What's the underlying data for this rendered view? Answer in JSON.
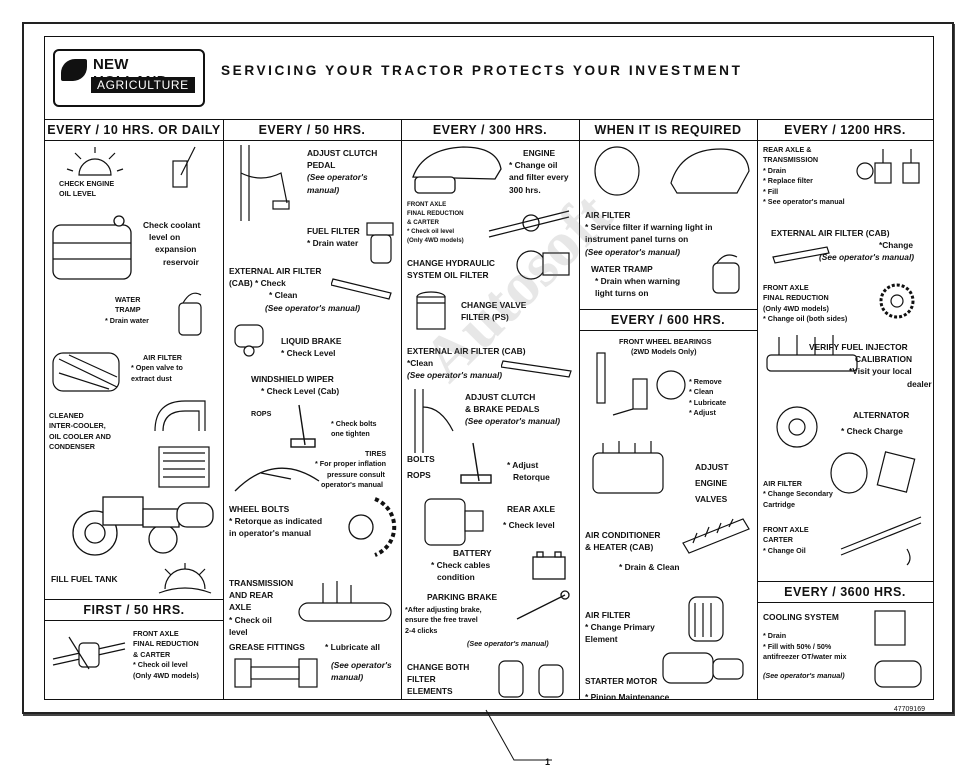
{
  "header": {
    "brand_line1": "NEW HOLLAND",
    "brand_line2": "AGRICULTURE",
    "headline": "SERVICING YOUR TRACTOR PROTECTS YOUR INVESTMENT"
  },
  "columns": [
    {
      "title": "EVERY / 10 HRS. OR DAILY",
      "items": [
        {
          "lines": [
            "CHECK ENGINE",
            "OIL LEVEL"
          ]
        },
        {
          "lines": [
            "Check coolant",
            "level on",
            "expansion",
            "reservoir"
          ]
        },
        {
          "lines": [
            "WATER",
            "TRAMP",
            "* Drain water"
          ]
        },
        {
          "lines": [
            "AIR FILTER",
            "* Open valve to",
            "extract dust"
          ]
        },
        {
          "lines": [
            "CLEANED",
            "INTER-COOLER,",
            "OIL COOLER AND",
            "CONDENSER"
          ]
        },
        {
          "lines": [
            "FILL FUEL TANK"
          ]
        }
      ],
      "sub_title": "FIRST / 50 HRS.",
      "sub_items": [
        {
          "lines": [
            "FRONT AXLE",
            "FINAL REDUCTION",
            "& CARTER",
            "* Check oil level",
            "(Only 4WD models)"
          ]
        }
      ]
    },
    {
      "title": "EVERY / 50 HRS.",
      "items": [
        {
          "lines": [
            "ADJUST CLUTCH",
            "PEDAL",
            "(See operator's",
            "manual)"
          ]
        },
        {
          "lines": [
            "FUEL FILTER",
            "* Drain water"
          ]
        },
        {
          "lines": [
            "EXTERNAL AIR FILTER",
            "(CAB)   * Check",
            "* Clean",
            "(See operator's manual)"
          ]
        },
        {
          "lines": [
            "LIQUID BRAKE",
            "* Check Level"
          ]
        },
        {
          "lines": [
            "WINDSHIELD WIPER",
            "* Check Level (Cab)"
          ]
        },
        {
          "lines": [
            "ROPS",
            "* Check bolts",
            "one tighten"
          ]
        },
        {
          "lines": [
            "TIRES",
            "* For proper inflation",
            "pressure consult",
            "operator's manual"
          ]
        },
        {
          "lines": [
            "WHEEL BOLTS",
            "* Retorque as indicated",
            "in operator's manual"
          ]
        },
        {
          "lines": [
            "TRANSMISSION",
            "AND REAR",
            "AXLE",
            "* Check oil",
            "level"
          ]
        },
        {
          "lines": [
            "GREASE FITTINGS",
            "* Lubricate all",
            "(See operator's",
            "manual)"
          ]
        }
      ]
    },
    {
      "title": "EVERY / 300 HRS.",
      "items": [
        {
          "lines": [
            "ENGINE",
            "* Change oil",
            "and filter every",
            "300 hrs."
          ]
        },
        {
          "lines": [
            "FRONT AXLE",
            "FINAL REDUCTION",
            "& CARTER",
            "* Check oil level",
            "(Only 4WD models)"
          ]
        },
        {
          "lines": [
            "CHANGE HYDRAULIC",
            "SYSTEM OIL FILTER"
          ]
        },
        {
          "lines": [
            "CHANGE VALVE",
            "FILTER (PS)"
          ]
        },
        {
          "lines": [
            "EXTERNAL AIR FILTER (CAB)",
            "*Clean",
            "(See operator's manual)"
          ]
        },
        {
          "lines": [
            "ADJUST CLUTCH",
            "& BRAKE PEDALS",
            "(See operator's manual)"
          ]
        },
        {
          "lines": [
            "BOLTS",
            "ROPS",
            "* Adjust",
            "Retorque"
          ]
        },
        {
          "lines": [
            "REAR AXLE",
            "* Check level"
          ]
        },
        {
          "lines": [
            "BATTERY",
            "* Check cables",
            "condition"
          ]
        },
        {
          "lines": [
            "PARKING BRAKE",
            "*After adjusting brake,",
            "ensure the free travel",
            "2-4 clicks",
            "(See operator's manual)"
          ]
        },
        {
          "lines": [
            "CHANGE BOTH",
            "FILTER",
            "ELEMENTS"
          ]
        }
      ]
    },
    {
      "title": "WHEN IT IS REQUIRED",
      "items": [
        {
          "lines": [
            "AIR FILTER",
            "* Service filter if warning light in",
            "instrument panel turns on",
            "(See operator's manual)"
          ]
        },
        {
          "lines": [
            "WATER TRAMP",
            "* Drain when warning",
            "light turns on"
          ]
        }
      ],
      "sub_title": "EVERY / 600 HRS.",
      "sub_items": [
        {
          "lines": [
            "FRONT WHEEL BEARINGS",
            "(2WD Models Only)",
            "* Remove",
            "* Clean",
            "* Lubricate",
            "* Adjust"
          ]
        },
        {
          "lines": [
            "ADJUST",
            "ENGINE",
            "VALVES"
          ]
        },
        {
          "lines": [
            "AIR CONDITIONER",
            "& HEATER (CAB)",
            "* Drain & Clean"
          ]
        },
        {
          "lines": [
            "AIR FILTER",
            "* Change Primary",
            "Element"
          ]
        },
        {
          "lines": [
            "STARTER MOTOR",
            "* Pinion Maintenance"
          ]
        }
      ]
    },
    {
      "title": "EVERY / 1200 HRS.",
      "items": [
        {
          "lines": [
            "REAR AXLE &",
            "TRANSMISSION",
            "* Drain",
            "* Replace filter",
            "* Fill",
            "* See operator's manual"
          ]
        },
        {
          "lines": [
            "EXTERNAL AIR FILTER (CAB)",
            "*Change",
            "(See operator's manual)"
          ]
        },
        {
          "lines": [
            "FRONT AXLE",
            "FINAL REDUCTION",
            "(Only 4WD models)",
            "* Change oil (both sides)"
          ]
        },
        {
          "lines": [
            "VERIFY FUEL INJECTOR",
            "CALIBRATION",
            "*Visit your local",
            "dealer"
          ]
        },
        {
          "lines": [
            "ALTERNATOR",
            "* Check Charge"
          ]
        },
        {
          "lines": [
            "AIR FILTER",
            "* Change Secondary",
            "Cartridge"
          ]
        },
        {
          "lines": [
            "FRONT AXLE",
            "CARTER",
            "* Change Oil"
          ]
        }
      ],
      "sub_title": "EVERY / 3600 HRS.",
      "sub_items": [
        {
          "lines": [
            "COOLING SYSTEM",
            "* Drain",
            "* Fill with 50% / 50%",
            "antifreezer OT/water mix",
            "(See operator's manual)"
          ]
        }
      ]
    }
  ],
  "part_number": "47709169",
  "callout": "1",
  "watermark": "Autosoft"
}
